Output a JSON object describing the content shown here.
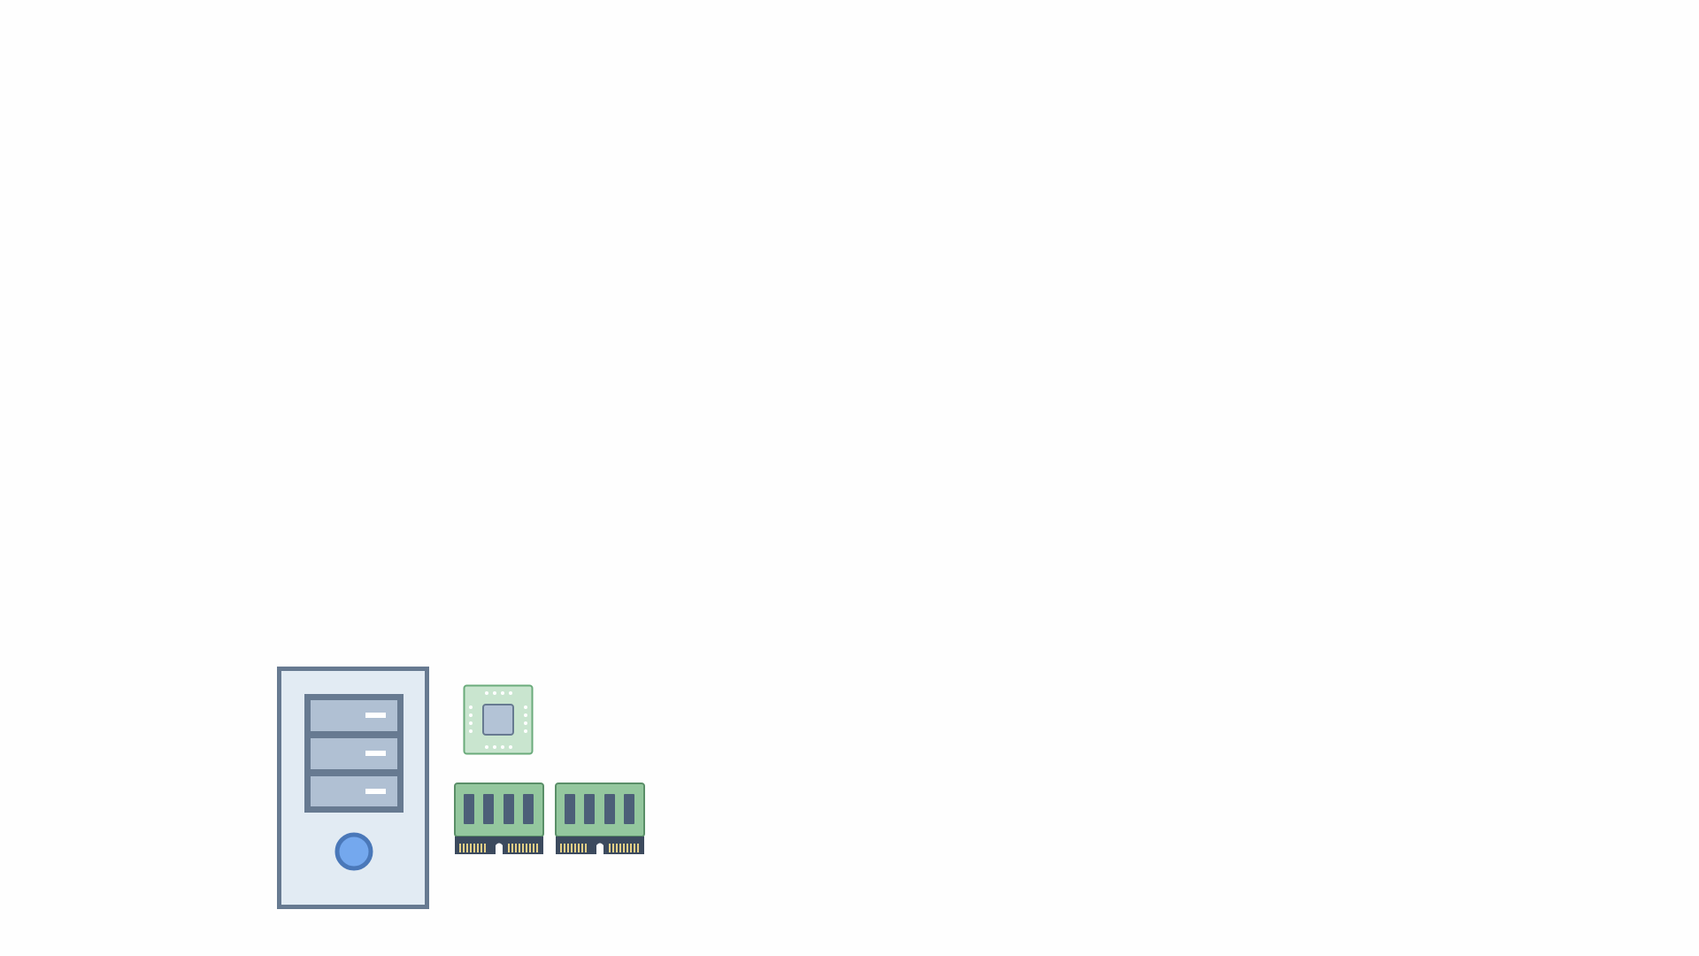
{
  "scene": {
    "items": [
      {
        "name": "pc-tower",
        "icon": "pc-tower-icon"
      },
      {
        "name": "cpu-chip",
        "icon": "cpu-chip-icon"
      },
      {
        "name": "ram-module",
        "icon": "ram-module-icon"
      },
      {
        "name": "ram-module",
        "icon": "ram-module-icon"
      }
    ]
  },
  "colors": {
    "background": "#fefefe",
    "tower_fill": "#e2ebf3",
    "tower_stroke": "#677a91",
    "bay_fill": "#b0c0d3",
    "bay_handle": "#ffffff",
    "power_button_fill": "#74a8ee",
    "power_button_stroke": "#4a78b9",
    "chip_fill": "#c9e5cf",
    "chip_stroke": "#6aab7b",
    "chip_core_fill": "#b3c3d6",
    "ram_fill": "#94c79e",
    "ram_stroke": "#5a8f68",
    "ram_cell_fill": "#4c5f78",
    "ram_base_fill": "#3c4a5e",
    "ram_pin_fill": "#e5cf86"
  }
}
